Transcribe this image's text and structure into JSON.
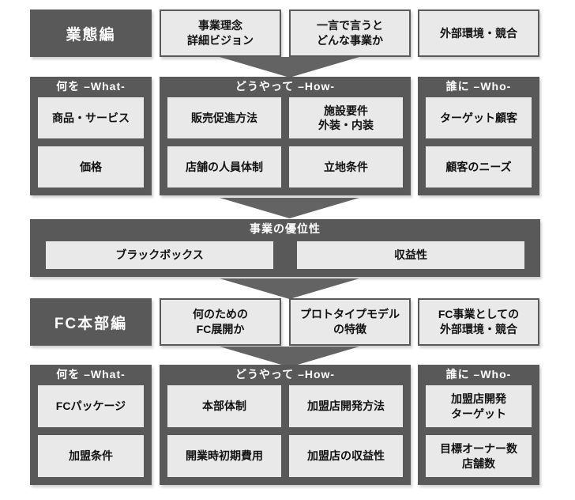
{
  "palette": {
    "dark_gray": "#595959",
    "light_gray": "#e9e9e9",
    "arrow_gray": "#636363",
    "header_text": "#ffffff",
    "box_text": "#111111"
  },
  "gyotai": {
    "title": "業態編",
    "intro": [
      "事業理念\n詳細ビジョン",
      "一言で言うと\nどんな事業か",
      "外部環境・競合"
    ],
    "what": {
      "header": "何を –What-",
      "items": [
        "商品・サービス",
        "価格"
      ]
    },
    "how": {
      "header": "どうやって –How-",
      "items": [
        "販売促進方法",
        "施設要件\n外装・内装",
        "店舗の人員体制",
        "立地条件"
      ]
    },
    "who": {
      "header": "誰に –Who-",
      "items": [
        "ターゲット顧客",
        "顧客のニーズ"
      ]
    }
  },
  "advantage": {
    "header": "事業の優位性",
    "items": [
      "ブラックボックス",
      "収益性"
    ]
  },
  "fc": {
    "title": "FC本部編",
    "intro": [
      "何のための\nFC展開か",
      "プロトタイプモデル\nの特徴",
      "FC事業としての\n外部環境・競合"
    ],
    "what": {
      "header": "何を –What-",
      "items": [
        "FCパッケージ",
        "加盟条件"
      ]
    },
    "how": {
      "header": "どうやって –How-",
      "items": [
        "本部体制",
        "加盟店開発方法",
        "開業時初期費用",
        "加盟店の収益性"
      ]
    },
    "who": {
      "header": "誰に –Who-",
      "items": [
        "加盟店開発\nターゲット",
        "目標オーナー数\n店舗数"
      ]
    }
  }
}
